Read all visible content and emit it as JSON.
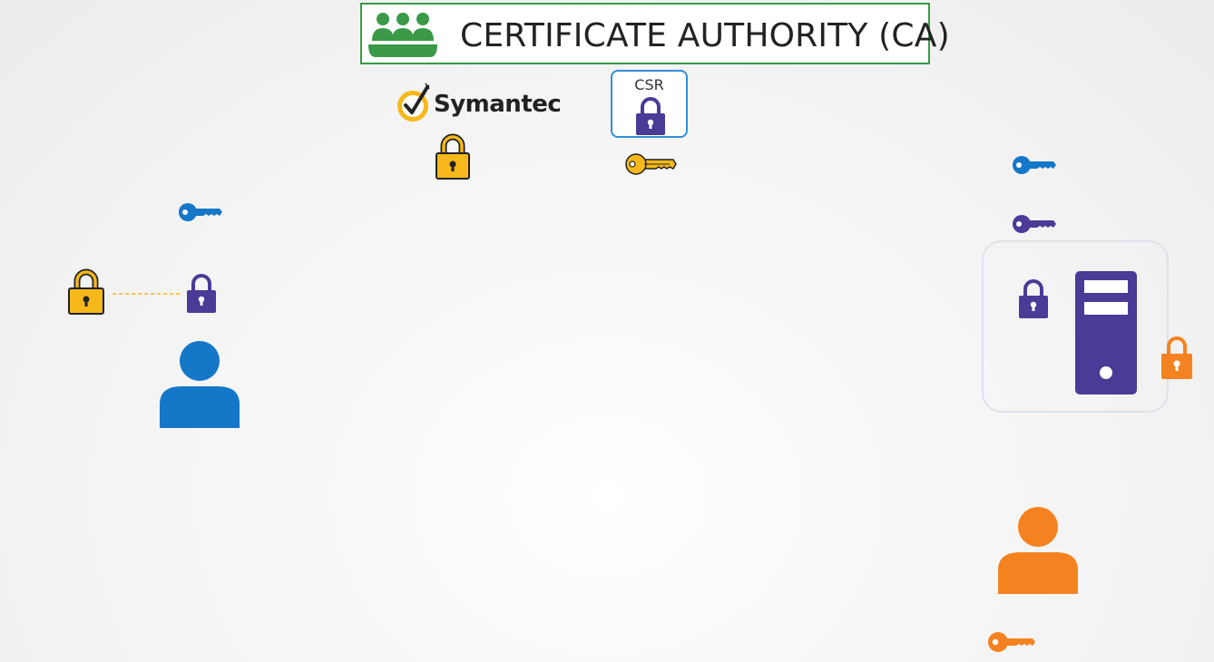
{
  "banner": {
    "title": "CERTIFICATE AUTHORITY (CA)",
    "icon": "people-group-icon"
  },
  "csr": {
    "label": "CSR"
  },
  "symantec": {
    "name": "Symantec"
  },
  "colors": {
    "green": "#3a9a47",
    "blue": "#1577c8",
    "purple": "#4b3a96",
    "gold": "#f6b81a",
    "orange": "#f58220",
    "csr_border": "#2f8fd8"
  }
}
